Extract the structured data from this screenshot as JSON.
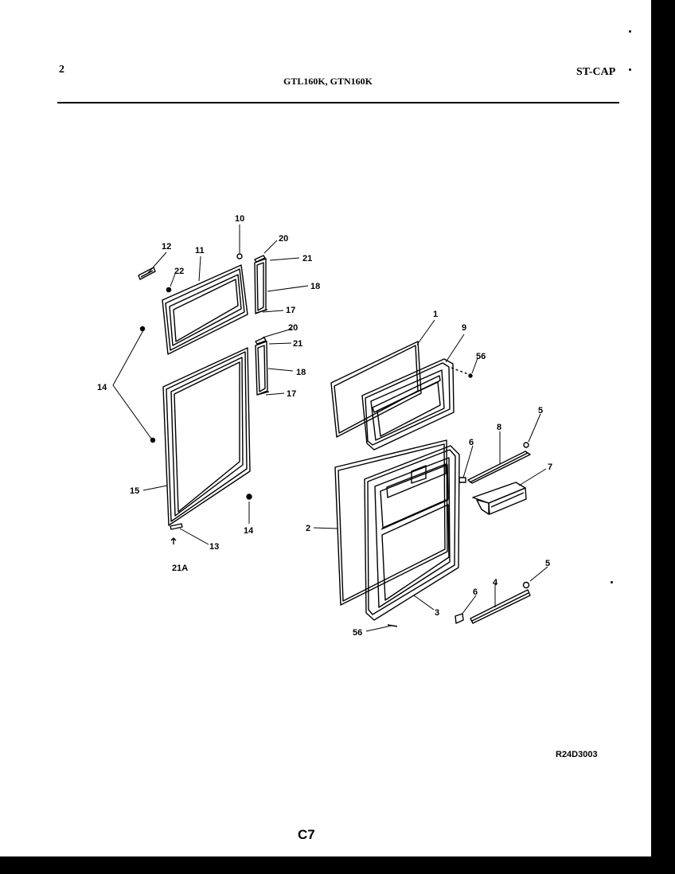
{
  "header": {
    "page_number": "2",
    "models": "GTL160K, GTN160K",
    "section_code": "ST-CAP"
  },
  "callouts": {
    "c1": "1",
    "c2": "2",
    "c3": "3",
    "c4": "4",
    "c5a": "5",
    "c5b": "5",
    "c6a": "6",
    "c6b": "6",
    "c7": "7",
    "c8": "8",
    "c9": "9",
    "c10": "10",
    "c11": "11",
    "c12": "12",
    "c13": "13",
    "c14a": "14",
    "c14b": "14",
    "c15": "15",
    "c17a": "17",
    "c17b": "17",
    "c18a": "18",
    "c18b": "18",
    "c20a": "20",
    "c20b": "20",
    "c21a": "21",
    "c21b": "21",
    "c21A": "21A",
    "c22": "22",
    "c56a": "56",
    "c56b": "56"
  },
  "footer": {
    "drawing_id": "R24D3003",
    "page_code": "C7"
  }
}
